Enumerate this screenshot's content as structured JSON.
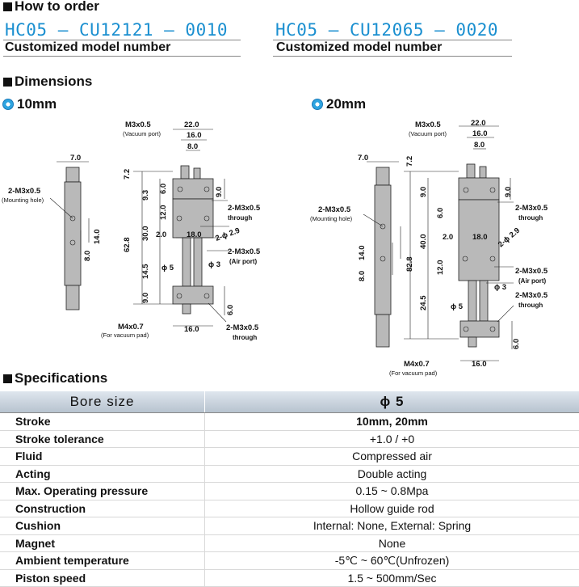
{
  "sections": {
    "how_to_order": "How to order",
    "dimensions": "Dimensions",
    "specifications": "Specifications"
  },
  "order": [
    {
      "model": "HC05 – CU12121 – 0010",
      "caption": "Customized model number"
    },
    {
      "model": "HC05 – CU12065 – 0020",
      "caption": "Customized model number"
    }
  ],
  "dims": {
    "left": {
      "title": "10mm",
      "labels": {
        "m3_top": "M3x0.5",
        "vac_port": "(Vacuum port)",
        "d22": "22.0",
        "d16": "16.0",
        "d8": "8.0",
        "d7": "7.0",
        "d7_2": "7.2",
        "d9_3": "9.3",
        "d6": "6.0",
        "d12": "12.0",
        "d30": "30.0",
        "d2": "2.0",
        "d18": "18.0",
        "d62_8": "62.8",
        "d14_5": "14.5",
        "d9": "9.0",
        "phi5": "ϕ 5",
        "phi3": "ϕ 3",
        "side_9": "9.0",
        "m3_through1": "2-M3x0.5",
        "through1": "through",
        "phi2_9": "2-ϕ 2.9",
        "m3_air": "2-M3x0.5",
        "air_port": "(Air port)",
        "m3_mount": "2-M3x0.5",
        "mount_hole": "(Mounting hole)",
        "d14": "14.0",
        "d8b": "8.0",
        "m4": "M4x0.7",
        "vac_pad": "(For vacuum pad)",
        "d16b": "16.0",
        "d6b": "6.0",
        "m3_through2": "2-M3x0.5",
        "through2": "through"
      }
    },
    "right": {
      "title": "20mm",
      "labels": {
        "m3_top": "M3x0.5",
        "vac_port": "(Vacuum port)",
        "d22": "22.0",
        "d16": "16.0",
        "d8": "8.0",
        "d7": "7.0",
        "d7_2": "7.2",
        "d9": "9.0",
        "d6": "6.0",
        "d40": "40.0",
        "d2": "2.0",
        "d18": "18.0",
        "d12": "12.0",
        "d82_8": "82.8",
        "d24_5": "24.5",
        "phi5": "ϕ 5",
        "phi3": "ϕ 3",
        "side_9": "9.0",
        "m3_through1": "2-M3x0.5",
        "through1": "through",
        "phi2_9": "2-ϕ 2.9",
        "m3_air": "2-M3x0.5",
        "air_port": "(Air port)",
        "m3_mount": "2-M3x0.5",
        "mount_hole": "(Mounting hole)",
        "d14": "14.0",
        "d8b": "8.0",
        "m4": "M4x0.7",
        "vac_pad": "(For vacuum pad)",
        "d16b": "16.0",
        "d6b": "6.0",
        "m3_through2": "2-M3x0.5",
        "through2": "through"
      }
    }
  },
  "spec": {
    "header": {
      "label": "Bore size",
      "value": "ϕ 5"
    },
    "rows": [
      {
        "k": "Stroke",
        "v": "10mm, 20mm"
      },
      {
        "k": "Stroke tolerance",
        "v": "+1.0 / +0"
      },
      {
        "k": "Fluid",
        "v": "Compressed air"
      },
      {
        "k": "Acting",
        "v": "Double acting"
      },
      {
        "k": "Max. Operating pressure",
        "v": "0.15 ~ 0.8Mpa"
      },
      {
        "k": "Construction",
        "v": "Hollow guide rod"
      },
      {
        "k": "Cushion",
        "v": "Internal: None, External: Spring"
      },
      {
        "k": "Magnet",
        "v": "None"
      },
      {
        "k": "Ambient temperature",
        "v": "-5℃ ~ 60℃(Unfrozen)"
      },
      {
        "k": "Piston speed",
        "v": "1.5 ~ 500mm/Sec"
      }
    ]
  },
  "colors": {
    "model_blue": "#1a8fd0",
    "header_band": "#c9d3dd",
    "body_grey": "#b8b8b8"
  }
}
